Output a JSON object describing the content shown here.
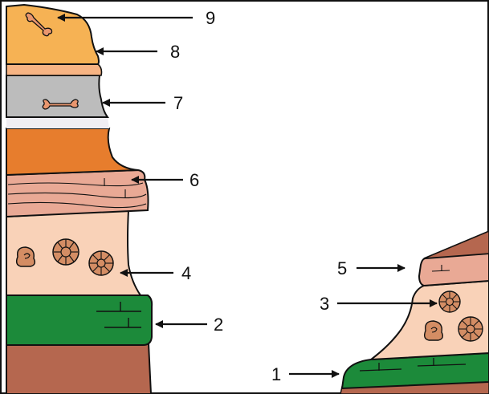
{
  "colors": {
    "dark_brown": "#b5674f",
    "green": "#1c8a3a",
    "peach": "#f9d2b8",
    "pink_band": "#e9a995",
    "orange": "#e77d2d",
    "light_stripe": "#f0eef2",
    "gray": "#bcbcbc",
    "salmon": "#f7b483",
    "yellow_orange": "#f6b254",
    "bone": "#e9966e",
    "fossil": "#d48d64",
    "outline": "#111111"
  },
  "labels": {
    "l1": "1",
    "l2": "2",
    "l3": "3",
    "l4": "4",
    "l5": "5",
    "l6": "6",
    "l7": "7",
    "l8": "8",
    "l9": "9"
  }
}
